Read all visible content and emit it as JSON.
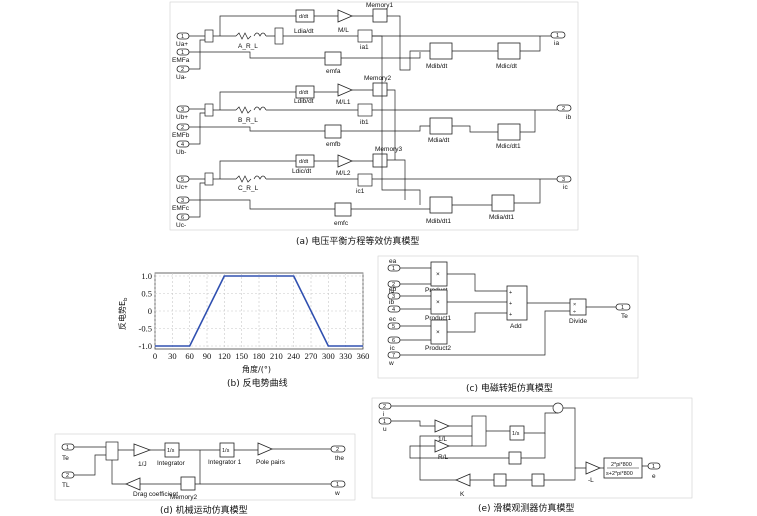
{
  "panel_a": {
    "caption": "(a) 电压平衡方程等效仿真模型",
    "inports": [
      {
        "num": "1",
        "label": "Ua+"
      },
      {
        "num": "1",
        "label": "EMFa"
      },
      {
        "num": "2",
        "label": "Ua-"
      },
      {
        "num": "3",
        "label": "Ub+"
      },
      {
        "num": "2",
        "label": "EMFb"
      },
      {
        "num": "4",
        "label": "Ub-"
      },
      {
        "num": "5",
        "label": "Uc+"
      },
      {
        "num": "3",
        "label": "EMFc"
      },
      {
        "num": "6",
        "label": "Uc-"
      }
    ],
    "outports": [
      {
        "num": "1",
        "label": "ia"
      },
      {
        "num": "2",
        "label": "ib"
      },
      {
        "num": "3",
        "label": "ic"
      }
    ],
    "blocks": {
      "r_a": "A_R_L",
      "r_b": "B_R_L",
      "r_c": "C_R_L",
      "ldia": "Ldia/dt",
      "ldib": "Ldib/dt",
      "ldic": "Ldic/dt",
      "ml": "M/L",
      "ml1": "M/L1",
      "ml2": "M/L2",
      "mem1": "Memory1",
      "mem2": "Memory2",
      "mem3": "Memory3",
      "ia1": "ia1",
      "ib1": "ib1",
      "ic1": "ic1",
      "emfa": "emfa",
      "emfb": "emfb",
      "emfc": "emfc",
      "mdib": "Mdib/dt",
      "mdic": "Mdic/dt",
      "mdia": "Mdia/dt",
      "mdic1": "Mdic/dt1",
      "mdib1": "Mdib/dt1",
      "mdia1": "Mdia/dt1"
    }
  },
  "panel_b": {
    "caption": "(b) 反电势曲线",
    "chart_data": {
      "type": "line",
      "x": [
        0,
        60,
        120,
        240,
        300,
        360
      ],
      "y": [
        -1.0,
        -1.0,
        1.0,
        1.0,
        -1.0,
        -1.0
      ],
      "xlabel": "角度/(°)",
      "ylabel": "反电势E",
      "ylabel_sub": "b",
      "xlim": [
        0,
        360
      ],
      "ylim": [
        -1.0,
        1.0
      ],
      "xticks": [
        "0",
        "30",
        "60",
        "90",
        "120",
        "150",
        "180",
        "210",
        "240",
        "270",
        "300",
        "330",
        "360"
      ],
      "yticks": [
        "1.0",
        "0.5",
        "0",
        "-0.5",
        "-1.0"
      ],
      "grid": true,
      "color": "#3050b0"
    }
  },
  "panel_c": {
    "caption": "(c)  电磁转矩仿真模型",
    "inports": [
      {
        "num": "1",
        "label": "ea"
      },
      {
        "num": "2",
        "label": "ia"
      },
      {
        "num": "3",
        "label": "eb"
      },
      {
        "num": "4",
        "label": "ib"
      },
      {
        "num": "5",
        "label": "ec"
      },
      {
        "num": "6",
        "label": "ic"
      },
      {
        "num": "7",
        "label": "w"
      }
    ],
    "blocks": {
      "product": "Product",
      "product1": "Product1",
      "product2": "Product2",
      "add": "Add",
      "divide": "Divide"
    },
    "outport": {
      "num": "1",
      "label": "Te"
    }
  },
  "panel_d": {
    "caption": "(d) 机械运动仿真模型",
    "inports": [
      {
        "num": "1",
        "label": "Te"
      },
      {
        "num": "2",
        "label": "TL"
      }
    ],
    "blocks": {
      "gain_j": "1/J",
      "integrator": "Integrator",
      "integrator1": "Integrator 1",
      "pole_pairs": "Pole pairs",
      "drag": "Drag coefficient",
      "memory2": "Memory2",
      "int_sym": "1/s"
    },
    "outports": [
      {
        "num": "2",
        "label": "the"
      },
      {
        "num": "1",
        "label": "w"
      }
    ]
  },
  "panel_e": {
    "caption": "(e) 滑模观测器仿真模型",
    "inports": [
      {
        "num": "2",
        "label": "i"
      },
      {
        "num": "1",
        "label": "u"
      }
    ],
    "blocks": {
      "l1": "1/L",
      "rl": "R/L",
      "int": "1/s",
      "k": "K",
      "neg_l": "-L",
      "tf_num": "2*pi*800",
      "tf_den": "s+2*pi*800"
    },
    "outport": {
      "num": "1",
      "label": "e"
    }
  }
}
